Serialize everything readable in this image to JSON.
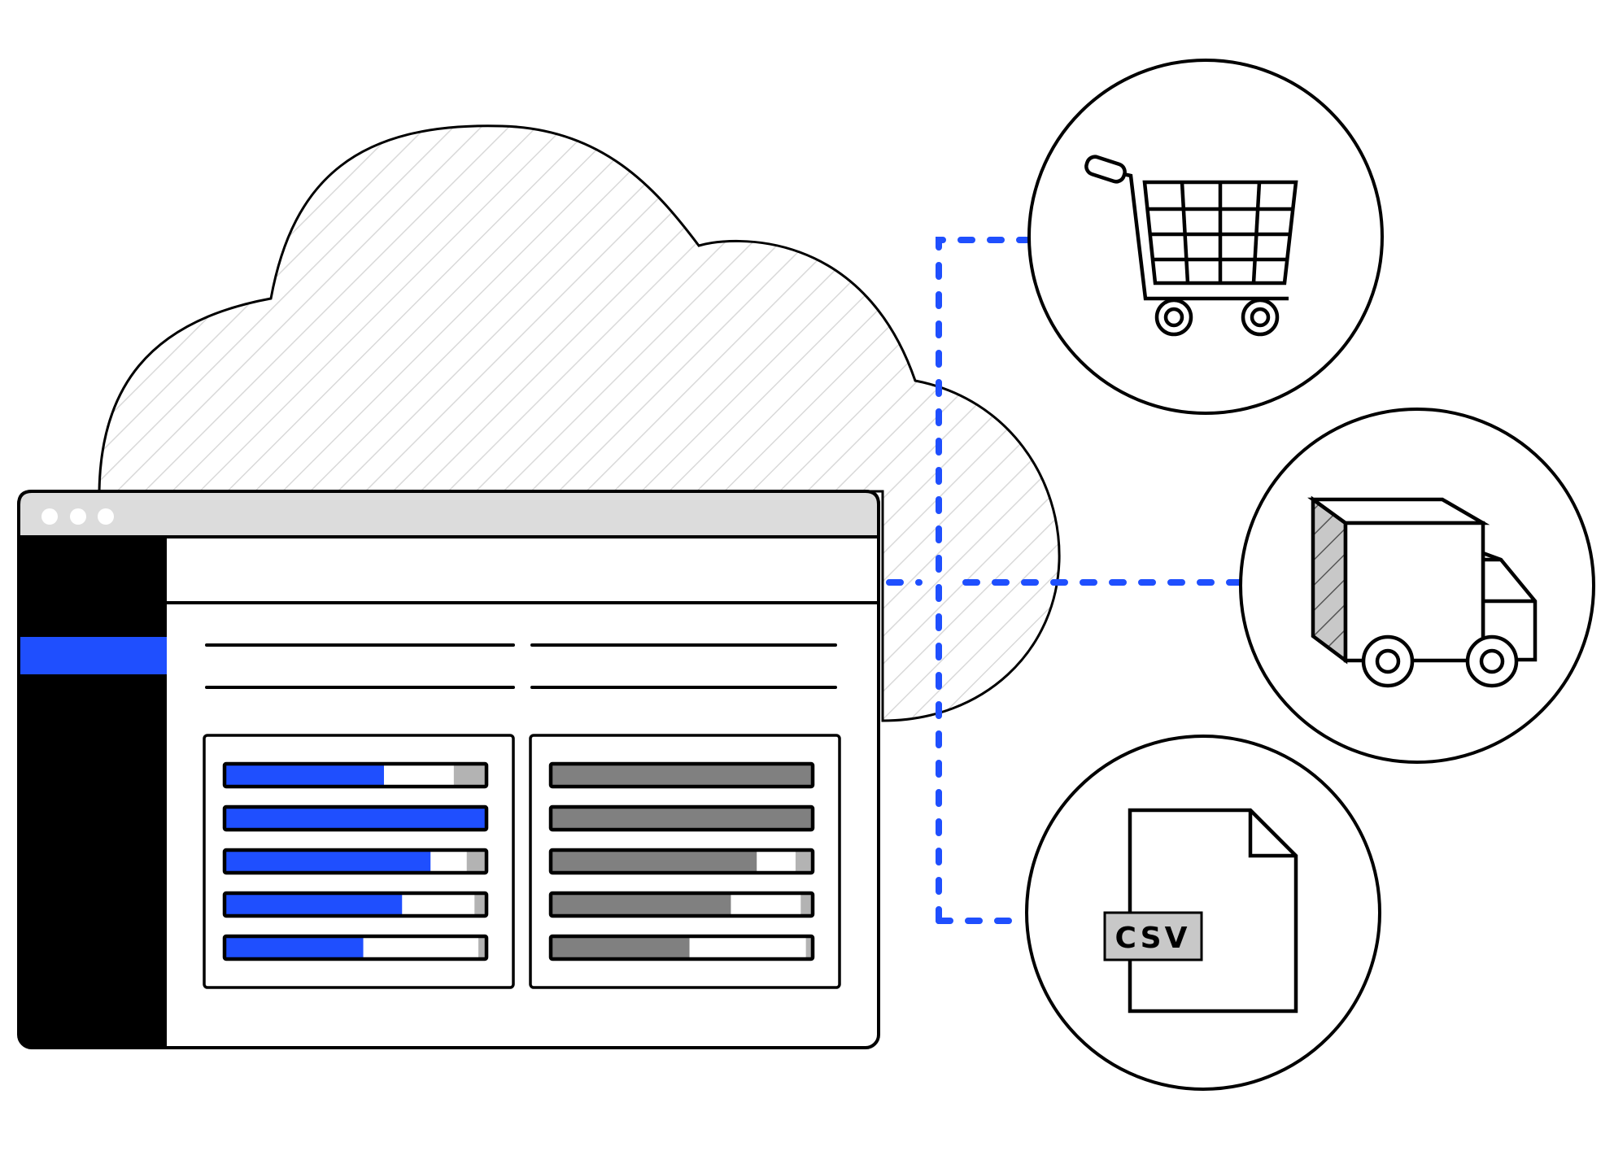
{
  "illustration": {
    "subject": "cloud-app-integrations",
    "colors": {
      "accent_blue": "#1f4ffe",
      "bar_gray": "#808080",
      "bar_light_gray": "#b3b3b3",
      "titlebar_gray": "#dcdcdc",
      "sidebar_black": "#000000",
      "hatch_gray": "#d9d9d9",
      "csv_label_gray": "#c8c8c8"
    },
    "window": {
      "titlebar_dots": 3,
      "sidebar": {
        "active_item_index": 0
      },
      "left_panel": {
        "bars": [
          {
            "primary": 0.61,
            "remaining_end": 0.88
          },
          {
            "primary": 1.0,
            "remaining_end": 1.0
          },
          {
            "primary": 0.79,
            "remaining_end": 0.93
          },
          {
            "primary": 0.68,
            "remaining_end": 0.96
          },
          {
            "primary": 0.53,
            "remaining_end": 0.975
          }
        ]
      },
      "right_panel": {
        "bars": [
          {
            "primary": 1.0,
            "remaining_end": 1.0
          },
          {
            "primary": 1.0,
            "remaining_end": 1.0
          },
          {
            "primary": 0.79,
            "remaining_end": 0.94
          },
          {
            "primary": 0.69,
            "remaining_end": 0.96
          },
          {
            "primary": 0.53,
            "remaining_end": 0.98
          }
        ]
      }
    },
    "integrations": [
      {
        "name": "shopping-cart",
        "icon": "shopping-cart-icon"
      },
      {
        "name": "delivery-truck",
        "icon": "delivery-truck-icon"
      },
      {
        "name": "csv-file",
        "icon": "csv-file-icon",
        "label": "CSV"
      }
    ]
  }
}
